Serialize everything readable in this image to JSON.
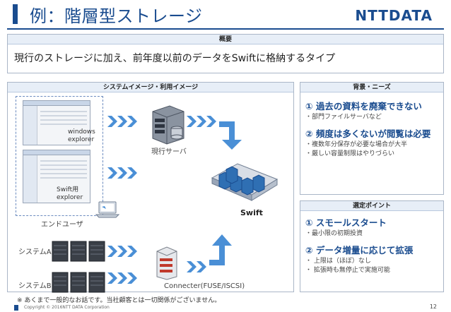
{
  "header": {
    "title": "例：階層型ストレージ",
    "logo": "NTTDATA"
  },
  "summary": {
    "section_label": "概要",
    "text": "現行のストレージに加え、前年度以前のデータをSwiftに格納するタイプ"
  },
  "diagram": {
    "section_label": "システムイメージ・利用イメージ",
    "windows_explorer_label": "windows\nexplorer",
    "swift_explorer_label": "Swift用\nexplorer",
    "end_user_label": "エンドユーザ",
    "current_server_label": "現行サーバ",
    "swift_label": "Swift",
    "system_a_label": "システムA",
    "system_b_label": "システムB",
    "connecter_label": "Connecter(FUSE/ISCSI)"
  },
  "needs": {
    "section_label": "背景・ニーズ",
    "items": [
      {
        "heading": "① 過去の資料を廃棄できない",
        "points": [
          "・部門ファイルサーバなど"
        ]
      },
      {
        "heading": "② 頻度は多くないが閲覧は必要",
        "points": [
          "・複数年分保存が必要な場合が大半",
          "・厳しい容量制限はやりづらい"
        ]
      }
    ]
  },
  "selection": {
    "section_label": "選定ポイント",
    "items": [
      {
        "heading": "① スモールスタート",
        "points": [
          "・最小限の初期投資"
        ]
      },
      {
        "heading": "② データ増量に応じて拡張",
        "points": [
          "・ 上限は（ほぼ）なし",
          "・ 拡張時も無停止で実施可能"
        ]
      }
    ]
  },
  "footer": {
    "note": "※ あくまで一般的なお話です。当社顧客とは一切関係がございません。",
    "copyright": "Copyright © 2016NTT DATA Corporation",
    "page": "12"
  },
  "colors": {
    "brand": "#1a4c8f",
    "section_head_bg": "#e7eef7",
    "arrow": "#4a8fd6"
  }
}
